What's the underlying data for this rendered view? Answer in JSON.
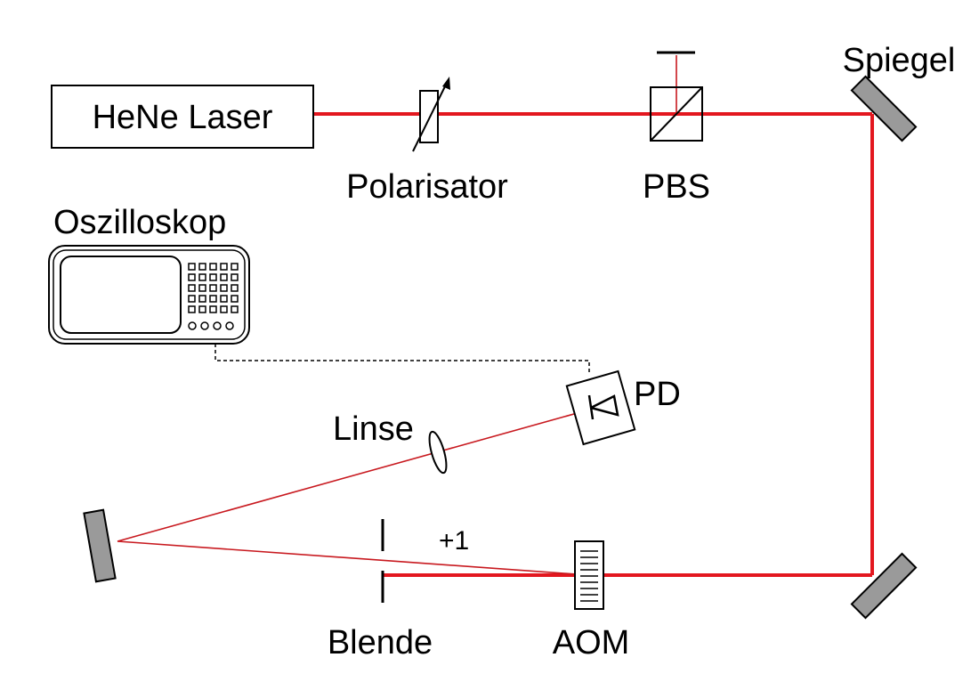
{
  "colors": {
    "beam": "#e3171f",
    "beam_thin": "#c8191f",
    "mirror_fill": "#9a9a9a",
    "outline": "#000000",
    "background": "#ffffff"
  },
  "labels": {
    "laser": "HeNe Laser",
    "polarizer": "Polarisator",
    "pbs": "PBS",
    "mirror": "Spiegel",
    "oscilloscope": "Oszilloskop",
    "photodiode": "PD",
    "lens": "Linse",
    "order": "+1",
    "aperture": "Blende",
    "aom": "AOM"
  },
  "icons": {
    "oscilloscope": "oscilloscope-icon",
    "photodiode": "photodiode-icon",
    "lens": "lens-icon",
    "mirror": "mirror-icon",
    "polarizer": "polarizer-icon",
    "beam_splitter": "beam-splitter-cube-icon",
    "aom": "acousto-optic-modulator-icon",
    "aperture": "aperture-icon"
  }
}
